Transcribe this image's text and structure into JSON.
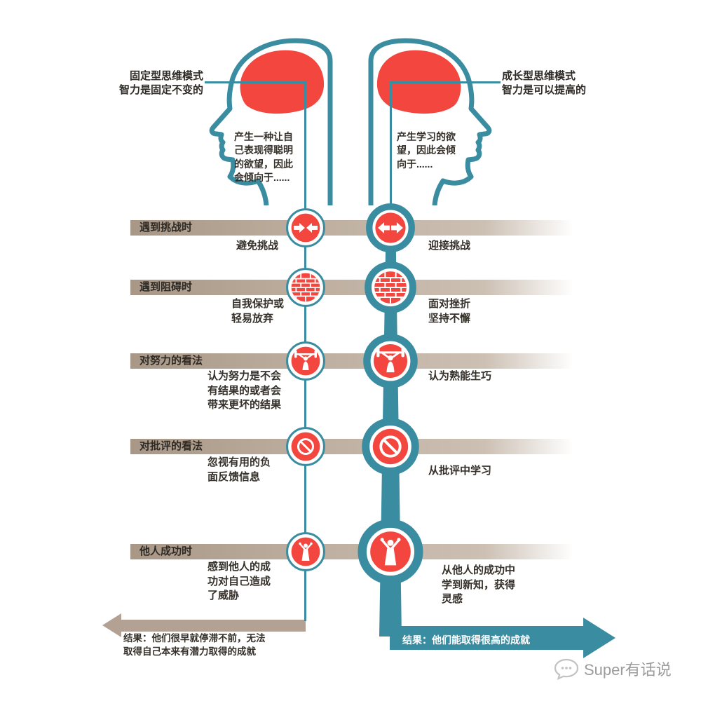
{
  "colors": {
    "teal": "#3a8ca1",
    "red": "#f2463e",
    "tan": "#b3a294"
  },
  "mindsets": {
    "fixed": {
      "title": "固定型思维模式",
      "subtitle": "智力是固定不变的",
      "tendency": "产生一种让自\n己表现得聪明\n的欲望，因此\n会倾向于......",
      "result": "结果：他们很早就停滞不前，无法\n取得自己本来有潜力取得的成就"
    },
    "growth": {
      "title": "成长型思维模式",
      "subtitle": "智力是可以提高的",
      "tendency": "产生学习的欲\n望，因此会倾\n向于......",
      "result": "结果：他们能取得很高的成就"
    }
  },
  "rows": [
    {
      "category": "遇到挑战时",
      "icon_fixed": "converging-arrows-icon",
      "icon_growth": "diverging-arrows-icon",
      "fixed": "避免挑战",
      "growth": "迎接挑战"
    },
    {
      "category": "遇到阻碍时",
      "icon_fixed": "brick-wall-icon",
      "icon_growth": "brick-wall-icon",
      "fixed": "自我保护或\n轻易放弃",
      "growth": "面对挫折\n坚持不懈"
    },
    {
      "category": "对努力的看法",
      "icon_fixed": "weightlifter-icon",
      "icon_growth": "weightlifter-icon",
      "fixed": "认为努力是不会\n有结果的或者会\n带来更坏的结果",
      "growth": "认为熟能生巧"
    },
    {
      "category": "对批评的看法",
      "icon_fixed": "no-entry-icon",
      "icon_growth": "no-entry-icon",
      "fixed": "忽视有用的负\n面反馈信息",
      "growth": "从批评中学习"
    },
    {
      "category": "他人成功时",
      "icon_fixed": "cheering-person-icon",
      "icon_growth": "cheering-person-icon",
      "fixed": "感到他人的成\n功对自己造成\n了威胁",
      "growth": "从他人的成功中\n学到新知，获得\n灵感"
    }
  ],
  "watermark": {
    "label": "Super有话说"
  }
}
